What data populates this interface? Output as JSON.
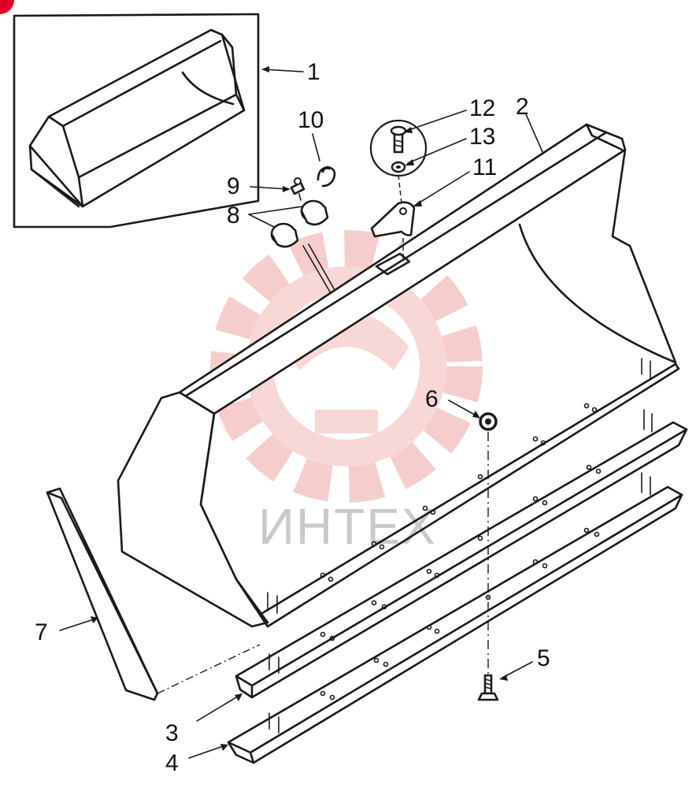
{
  "labels": {
    "part_1": "1",
    "part_2": "2",
    "part_3": "3",
    "part_4": "4",
    "part_5": "5",
    "part_6": "6",
    "part_7": "7",
    "part_8": "8",
    "part_9": "9",
    "part_10": "10",
    "part_11": "11",
    "part_12": "12",
    "part_13": "13"
  },
  "watermark": {
    "text": "ИНТЕХ",
    "color": "#e8a0a0"
  },
  "colors": {
    "line": "#1a1a1a",
    "corner_badge": "#e0002a",
    "background": "#ffffff"
  }
}
